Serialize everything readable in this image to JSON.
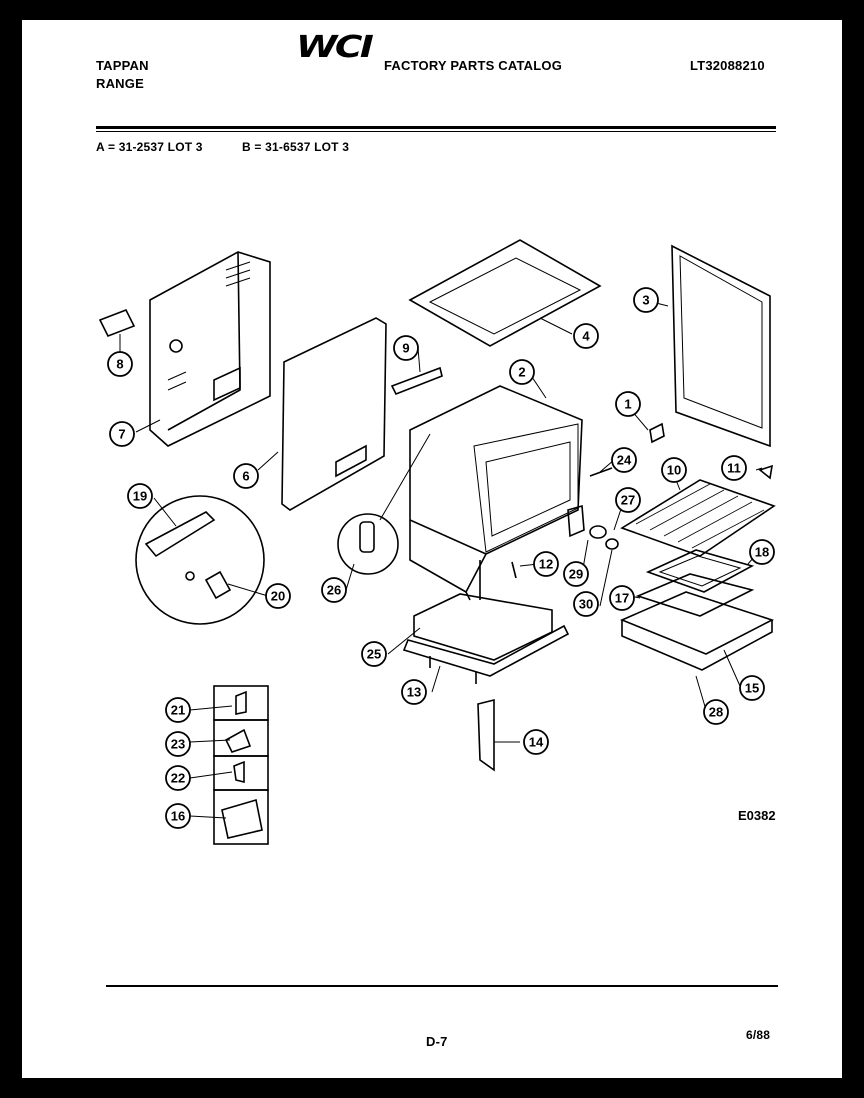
{
  "header": {
    "brand_line1": "TAPPAN",
    "brand_line2": "RANGE",
    "logo": "WCI",
    "catalog_title": "FACTORY PARTS CATALOG",
    "model_number": "LT32088210"
  },
  "models": {
    "a": "A = 31-2537 LOT 3",
    "b": "B = 31-6537 LOT 3"
  },
  "diagram": {
    "drawing_code": "E0382",
    "callouts": [
      "1",
      "2",
      "3",
      "4",
      "6",
      "7",
      "8",
      "9",
      "10",
      "11",
      "12",
      "13",
      "14",
      "15",
      "16",
      "17",
      "18",
      "19",
      "20",
      "21",
      "22",
      "23",
      "24",
      "25",
      "26",
      "27",
      "28",
      "29",
      "30"
    ]
  },
  "footer": {
    "page": "D-7",
    "date": "6/88"
  }
}
